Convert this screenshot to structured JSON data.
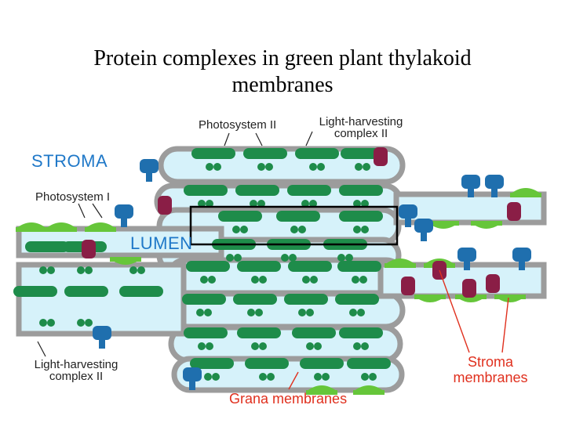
{
  "title_line1": "Protein complexes in green plant thylakoid",
  "title_line2": "membranes",
  "labels": {
    "stroma": "STROMA",
    "lumen": "LUMEN",
    "ps2": "Photosystem II",
    "lhc2_top_1": "Light-harvesting",
    "lhc2_top_2": "complex II",
    "ps1": "Photosystem I",
    "lhc2_bottom_1": "Light-harvesting",
    "lhc2_bottom_2": "complex II",
    "grana": "Grana membranes",
    "stroma_membranes_1": "Stroma",
    "stroma_membranes_2": "membranes"
  },
  "colors": {
    "membrane": "#9c9c9c",
    "lumen_fill": "#d6f2fa",
    "ps2": "#1e8c4a",
    "ps1": "#66c63a",
    "lhc2": "#8a1e46",
    "atp_synthase": "#1f6fae",
    "label_blue": "#1f78c8",
    "label_red": "#e0301e"
  },
  "icons": [
    "photosystem-ii-complex",
    "photosystem-i-complex",
    "lhc-ii-complex",
    "atp-synthase-complex",
    "highlight-box"
  ]
}
